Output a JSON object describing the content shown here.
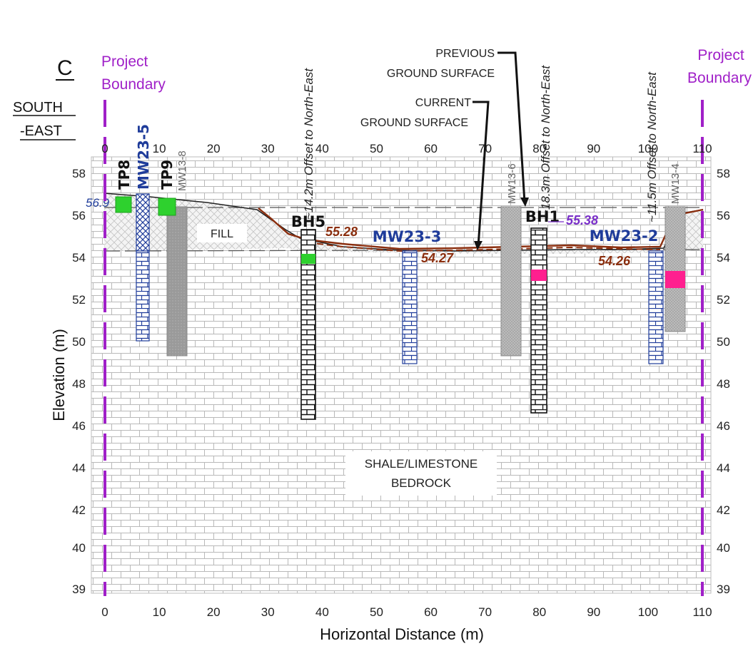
{
  "section": {
    "letter": "C",
    "direction": "SOUTH\n-EAST",
    "direction_line1": "SOUTH",
    "direction_line2": "-EAST",
    "boundary_left": [
      "Project",
      "Boundary"
    ],
    "boundary_right": [
      "Project",
      "Boundary"
    ]
  },
  "axes": {
    "xlabel": "Horizontal Distance (m)",
    "ylabel": "Elevation (m)",
    "x_ticks": [
      0,
      10,
      20,
      30,
      40,
      50,
      60,
      70,
      80,
      90,
      100,
      110
    ],
    "y_ticks": [
      39,
      40,
      42,
      44,
      46,
      48,
      50,
      52,
      54,
      56,
      58
    ],
    "xlim": [
      0,
      110
    ],
    "ylim": [
      39,
      58.5
    ]
  },
  "annotations": {
    "previous_ground": [
      "PREVIOUS",
      "GROUND SURFACE"
    ],
    "current_ground": [
      "CURRENT",
      "GROUND SURFACE"
    ],
    "fill": "FILL",
    "bedrock": [
      "SHALE/LIMESTONE",
      "BEDROCK"
    ],
    "offset_bh5": "~14.2m Offset to North-East",
    "offset_bh1": "~18.3m Offset to North-East",
    "offset_mw232": "~11.5m Offset to North-East"
  },
  "boreholes": [
    {
      "label": "TP8",
      "x": 3.5,
      "top": 56.8,
      "bottom": 56.0,
      "style": "testpit"
    },
    {
      "label": "MW23-5",
      "x": 7,
      "top": 56.9,
      "bottom": 50.0,
      "style": "mw-blue"
    },
    {
      "label": "TP9",
      "x": 11.5,
      "top": 56.8,
      "bottom": 56.0,
      "style": "testpit"
    },
    {
      "label": "MW13-8",
      "x": 13.5,
      "top": 56.5,
      "bottom": 49.4,
      "style": "mw-grey"
    },
    {
      "label": "BH5",
      "x": 37.5,
      "top": 55.3,
      "bottom": 46.4,
      "style": "bh-black"
    },
    {
      "label": "MW23-3",
      "x": 56.5,
      "top": 54.3,
      "bottom": 49.0,
      "style": "mw-blue"
    },
    {
      "label": "MW13-6",
      "x": 74.5,
      "top": 56.3,
      "bottom": 49.4,
      "style": "mw-grey"
    },
    {
      "label": "BH1",
      "x": 80,
      "top": 55.3,
      "bottom": 46.8,
      "style": "bh-black"
    },
    {
      "label": "MW23-2",
      "x": 102,
      "top": 54.3,
      "bottom": 49.0,
      "style": "mw-blue"
    },
    {
      "label": "MW13-4",
      "x": 105,
      "top": 56.3,
      "bottom": 50.6,
      "style": "mw-grey"
    }
  ],
  "elevations": [
    {
      "text": "56.9",
      "color": "#1f3c9a"
    },
    {
      "text": "55.28",
      "color": "#8b2e0e"
    },
    {
      "text": "54.27",
      "color": "#8b2e0e"
    },
    {
      "text": "55.38",
      "color": "#7a2fc9"
    },
    {
      "text": "54.26",
      "color": "#8b2e0e"
    }
  ],
  "colors": {
    "boundary": "#a020c8",
    "blue_label": "#1f3c9a",
    "brown": "#8b2e0e",
    "purple_elev": "#7a2fc9",
    "green_marker": "#2ed12e",
    "pink_marker": "#ff1f8f"
  }
}
